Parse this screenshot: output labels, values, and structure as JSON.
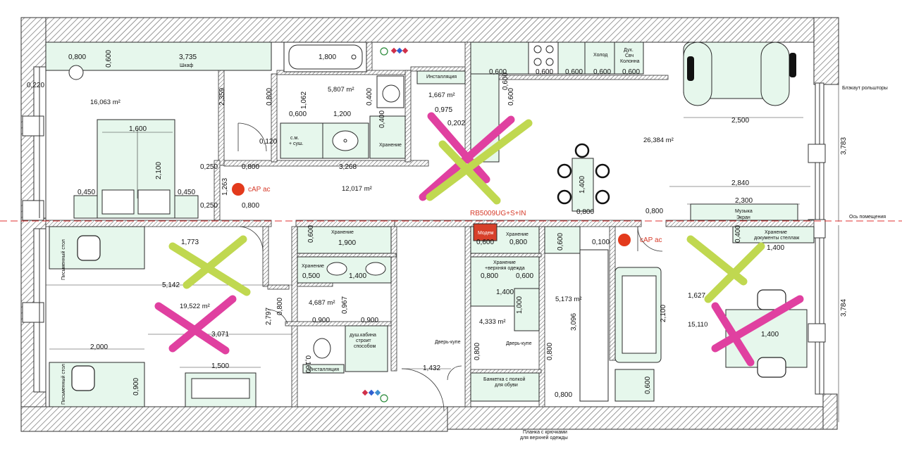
{
  "colors": {
    "wall_hatch": "#6e6e6e",
    "furniture_fill": "#e6f7ec",
    "furniture_stroke": "#2a2a2a",
    "axis_line": "#e03030",
    "outlet_red": "#e33a1c",
    "cross_magenta": "#e040a0",
    "cross_lime": "#c0d850",
    "label_red": "#d63b2a"
  },
  "axis": {
    "label": "Ось помещения",
    "code": "RB5009UG+S+IN"
  },
  "areas": {
    "bedroom": "16,063 m²",
    "bathroom": "5,807 m²",
    "wc_small": "1,667 m²",
    "kitchen": "26,384 m²",
    "hall": "12,017 m²",
    "room_left": "19,522 m²",
    "shower_room": "4,687 m²",
    "entry": "4,333 m²",
    "closet": "5,173 m²",
    "office": "15,110"
  },
  "labels": {
    "wardrobe": "Шкаф",
    "installation_top": "Инсталляция",
    "installation_bottom": "Инсталляция",
    "washer": "с.м.\n+ суш.",
    "storage_bath": "Хранение",
    "fridge": "Холод",
    "oven": "Дух.\nСвч\nКолонна",
    "music": "Музыка",
    "screen": "Экран",
    "docs_shelf": "Хранение\nдокументы стеллаж",
    "storage_1": "Хранение",
    "storage_2": "Хранение",
    "storage_3": "Хранение",
    "storage_outer": "Хранение\n+верхняя одежда",
    "shower": "душ.кабина\nстроит\nспособом",
    "door_slide_1": "Дверь-купе",
    "door_slide_2": "Дверь-купе",
    "bench": "Банкетка с полкой\nдля обуви",
    "hooks": "Планка с крючками\nдля верхней одежды",
    "desk_1": "Письменный стол",
    "desk_2": "Письменный стол",
    "ac_1": "cAP ac",
    "ac_2": "cAP ac",
    "blinds": "Блэкаут рольшторы",
    "modem": "Модем"
  },
  "dims": {
    "d0800a": "0,800",
    "d0600a": "0,600",
    "d3735": "3,735",
    "d1800": "1,800",
    "d0220": "0,220",
    "d2359": "2,359",
    "d0800b": "0,800",
    "d1062": "1,062",
    "d0600b": "0,600",
    "d1200": "1,200",
    "d0400a": "0,400",
    "d0400b": "0,400",
    "d0120": "0,120",
    "d1600": "1,600",
    "d2100a": "2,100",
    "d0250a": "0,250",
    "d0800c": "0,800",
    "d3268": "3,268",
    "d1263": "1,263",
    "d0800d": "0,800",
    "d0250b": "0,250",
    "d0450a": "0,450",
    "d0450b": "0,450",
    "d0975": "0,975",
    "d0202": "0,202",
    "k0600a": "0,600",
    "k0600b": "0,600",
    "k0600c": "0,600",
    "k0600d": "0,600",
    "k0600e": "0,600",
    "k0600f": "0,600",
    "k0600g": "0,600",
    "d2500": "2,500",
    "d3783": "3,783",
    "d1400a": "1,400",
    "d0800e": "0,800",
    "d2840": "2,840",
    "d2300": "2,300",
    "d0800f": "0,800",
    "d0400c": "0,400",
    "d1400b": "1,400",
    "d1773": "1,773",
    "d5142": "5,142",
    "d3071": "3,071",
    "d2000": "2,000",
    "d1500": "1,500",
    "d0900a": "0,900",
    "d0600c": "0,600",
    "d1900": "1,900",
    "d0500": "0,500",
    "d1400c": "1,400",
    "d0800g": "0,800",
    "d0967": "0,967",
    "d2797": "2,797",
    "d0900b": "0,900",
    "d0900c": "0,900",
    "d0160": "0,160",
    "d1432": "1,432",
    "d0600d": "0,600",
    "d0800h": "0,800",
    "d0800i": "0,800",
    "d0600e": "0,600",
    "d1400d": "1,400",
    "d1000": "1,000",
    "d0800j": "0,800",
    "d0800k": "0,800",
    "d0600f": "0,600",
    "d0100": "0,100",
    "d3096": "3,096",
    "d0800l": "0,800",
    "d2100b": "2,100",
    "d1627": "1,627",
    "d1400e": "1,400",
    "d3784": "3,784",
    "d0600g": "0,600"
  }
}
